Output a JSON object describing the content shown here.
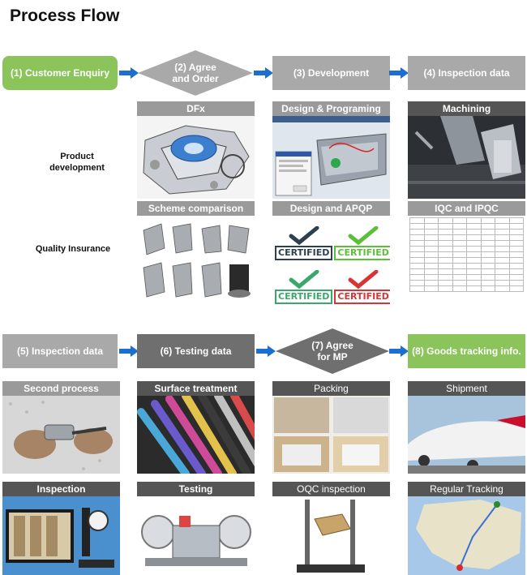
{
  "title": "Process Flow",
  "flow_row1": {
    "step1": "(1) Customer Enquiry",
    "step2_line1": "(2) Agree",
    "step2_line2": "and Order",
    "step3": "(3) Development",
    "step4": "(4) Inspection data"
  },
  "flow_row2": {
    "step5": "(5) Inspection data",
    "step6": "(6) Testing data",
    "step7_line1": "(7) Agree",
    "step7_line2": "for MP",
    "step8": "(8) Goods tracking info."
  },
  "row_labels": {
    "product_line1": "Product",
    "product_line2": "development",
    "quality": "Quality Insurance"
  },
  "cards": {
    "dfx": "DFx",
    "design_programing": "Design & Programing",
    "machining": "Machining",
    "scheme_comparison": "Scheme comparison",
    "design_apqp": "Design and APQP",
    "iqc_ipqc": "IQC and IPQC",
    "second_process": "Second process",
    "surface_treatment": "Surface treatment",
    "packing": "Packing",
    "shipment": "Shipment",
    "inspection": "Inspection",
    "testing": "Testing",
    "oqc_inspection": "OQC inspection",
    "regular_tracking": "Regular Tracking"
  },
  "cert_text": "CERTIFIED",
  "colors": {
    "green_step": "#8cc45c",
    "gray_step": "#a9a9a9",
    "dark_step": "#6f6f6f",
    "arrow_blue": "#1c6fd0",
    "cert_green": "#3aa86b",
    "cert_red": "#d93434"
  }
}
